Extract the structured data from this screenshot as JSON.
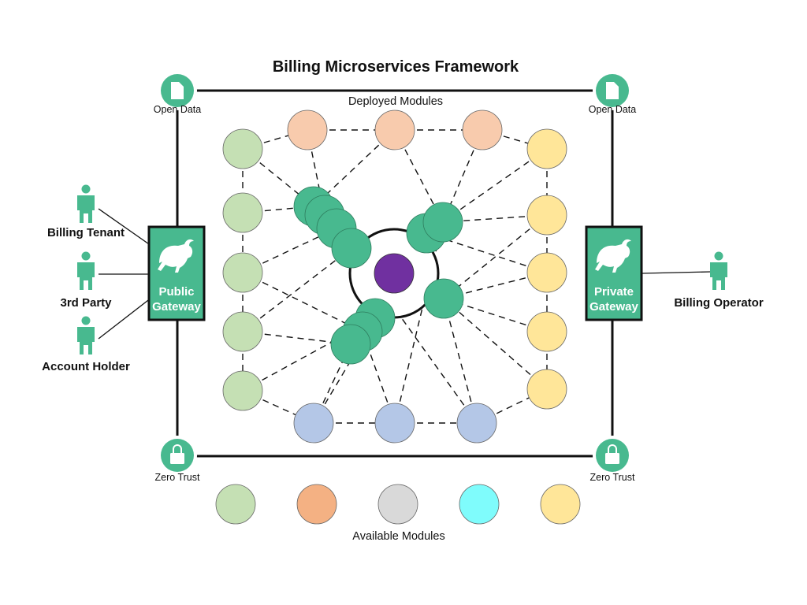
{
  "title": "Billing Microservices Framework",
  "deployed_label": "Deployed Modules",
  "available_label": "Available Modules",
  "corners": {
    "top_left": "Open Data",
    "top_right": "Open Data",
    "bottom_left": "Zero Trust",
    "bottom_right": "Zero Trust"
  },
  "public_gateway": {
    "line1": "Public",
    "line2": "Gateway"
  },
  "private_gateway": {
    "line1": "Private",
    "line2": "Gateway"
  },
  "actors_left": [
    "Billing Tenant",
    "3rd Party",
    "Account Holder"
  ],
  "actor_right": "Billing Operator",
  "colors": {
    "teal": "#48b98f",
    "green_module": "#c5e0b4",
    "peach_module": "#f8cbad",
    "yellow_module": "#ffe699",
    "blue_module": "#b4c7e7",
    "orange_module": "#f4b183",
    "gray_module": "#d9d9d9",
    "cyan_module": "#7ffcfc",
    "core": "#7030a0"
  },
  "available_modules": [
    "green",
    "orange",
    "gray",
    "cyan",
    "yellow"
  ],
  "icons": [
    "document-icon",
    "lock-icon",
    "bull-icon",
    "person-icon"
  ]
}
